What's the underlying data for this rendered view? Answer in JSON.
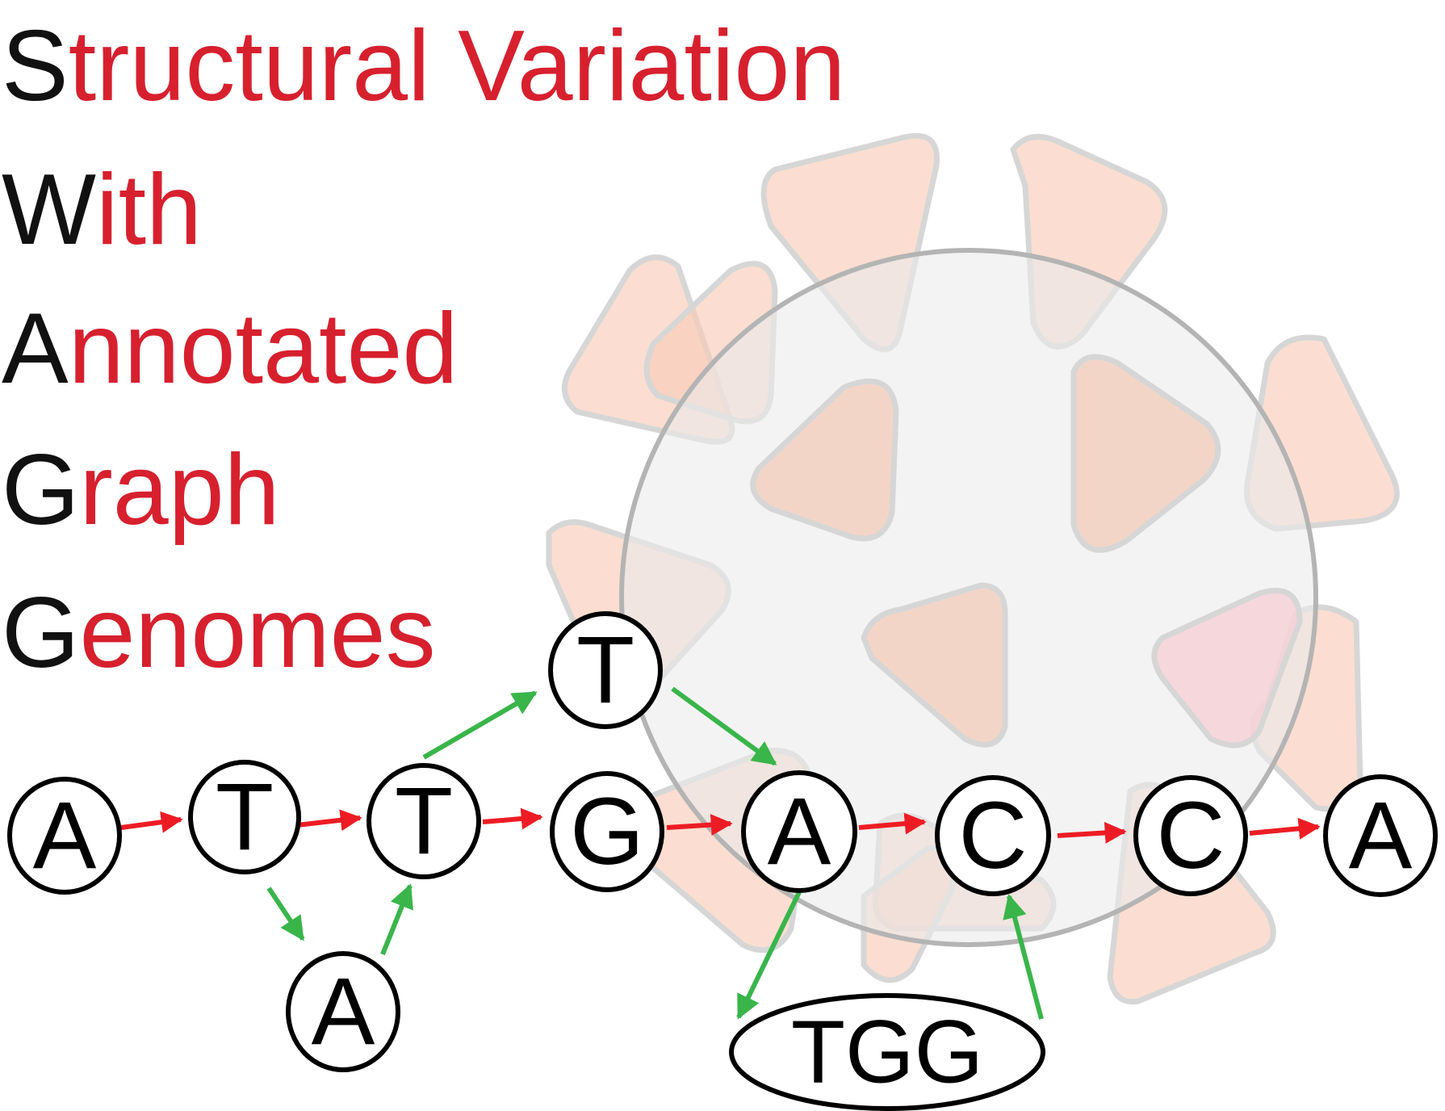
{
  "title": {
    "lines": [
      {
        "initial": "S",
        "rest": "tructural Variation"
      },
      {
        "initial": "W",
        "rest": "ith"
      },
      {
        "initial": "A",
        "rest": "nnotated"
      },
      {
        "initial": "G",
        "rest": "raph"
      },
      {
        "initial": "G",
        "rest": "enomes"
      }
    ]
  },
  "graph": {
    "nodes": [
      {
        "id": "n1",
        "label": "A"
      },
      {
        "id": "n2",
        "label": "T"
      },
      {
        "id": "n3",
        "label": "T"
      },
      {
        "id": "n4",
        "label": "G"
      },
      {
        "id": "n5",
        "label": "A"
      },
      {
        "id": "n6",
        "label": "C"
      },
      {
        "id": "n7",
        "label": "C"
      },
      {
        "id": "n8",
        "label": "A"
      },
      {
        "id": "alt-a",
        "label": "A"
      },
      {
        "id": "alt-t",
        "label": "T"
      },
      {
        "id": "alt-tgg",
        "label": "TGG"
      }
    ]
  },
  "colors": {
    "title_initial": "#111111",
    "title_text": "#d7202e",
    "reference_edge": "#ed1c24",
    "variant_edge": "#39b54a",
    "virus_body": "#e6e6e6",
    "virus_spike": "#f7c3ac"
  }
}
